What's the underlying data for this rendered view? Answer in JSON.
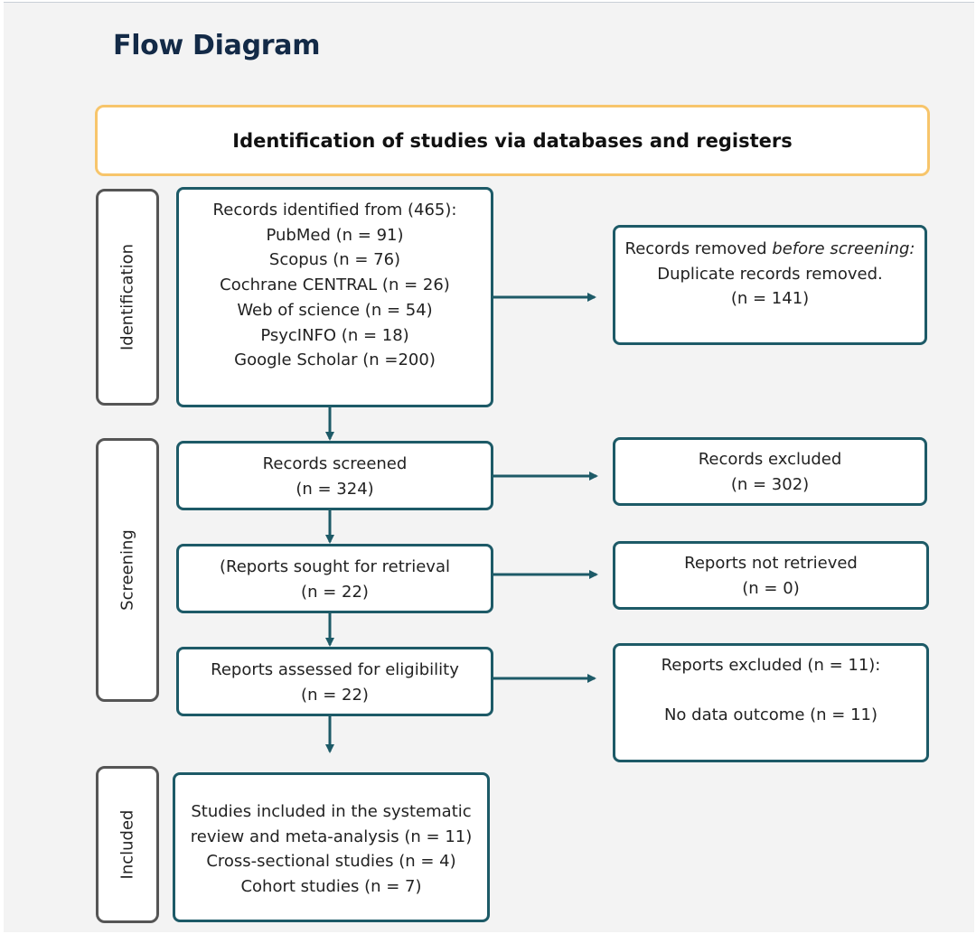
{
  "title": "Flow Diagram",
  "banner": "Identification of studies via databases and registers",
  "stages": {
    "identification": "Identification",
    "screening": "Screening",
    "included": "Included"
  },
  "boxes": {
    "records_identified": {
      "heading": "Records identified from (465):",
      "sources": [
        "PubMed (n = 91)",
        "Scopus (n = 76)",
        "Cochrane CENTRAL (n = 26)",
        "Web of science (n = 54)",
        "PsycINFO (n = 18)",
        "Google Scholar (n =200)"
      ]
    },
    "records_removed": {
      "prefix": "Records removed ",
      "emphasis": "before screening:",
      "line2": "Duplicate records removed.",
      "count": "(n = 141)"
    },
    "records_screened": {
      "label": "Records screened",
      "count": "(n = 324)"
    },
    "records_excluded": {
      "label": "Records excluded",
      "count": "(n = 302)"
    },
    "reports_sought": {
      "label": "(Reports sought for retrieval",
      "count": "(n = 22)"
    },
    "reports_not_retrieved": {
      "label": "Reports not retrieved",
      "count": "(n = 0)"
    },
    "reports_assessed": {
      "label": "Reports assessed for eligibility",
      "count": "(n = 22)"
    },
    "reports_excluded": {
      "label": "Reports excluded (n = 11):",
      "reason": "No data outcome (n = 11)"
    },
    "studies_included": {
      "lines": [
        "Studies included in the systematic",
        "review and meta-analysis (n = 11)",
        "Cross-sectional studies (n = 4)",
        "Cohort studies (n = 7)"
      ]
    }
  },
  "colors": {
    "title": "#132a47",
    "banner_border": "#f7c56b",
    "box_border": "#1d5a67",
    "stage_border": "#555555",
    "arrow": "#1d5a67",
    "panel_background": "#f3f3f3"
  }
}
